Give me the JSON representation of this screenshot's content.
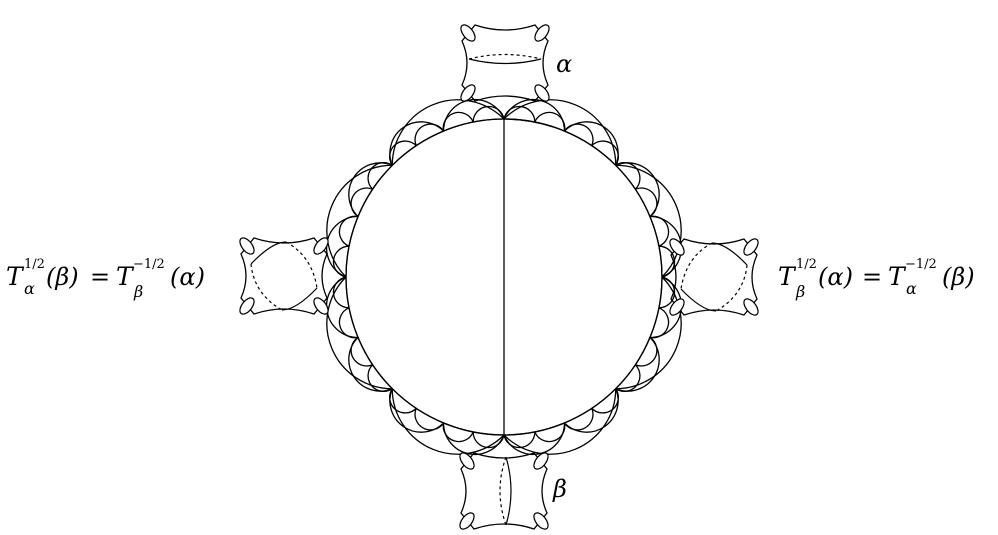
{
  "diagram": {
    "stroke_color": "#000000",
    "background": "#ffffff",
    "surfaces": {
      "top": {
        "curve": "alpha",
        "label": "α"
      },
      "bottom": {
        "curve": "beta",
        "label": "β"
      },
      "left": {
        "curve": "half-twist of beta along alpha",
        "label": {
          "T1": "T",
          "sub1": "α",
          "sup1": "1/2",
          "arg1": "(β)",
          "eq": "=",
          "T2": "T",
          "sub2": "β",
          "sup2": "−1/2",
          "arg2": "(α)"
        }
      },
      "right": {
        "curve": "half-twist of alpha along beta",
        "label": {
          "T1": "T",
          "sub1": "β",
          "sup1": "1/2",
          "arg1": "(α)",
          "eq": "=",
          "T2": "T",
          "sub2": "α",
          "sup2": "−1/2",
          "arg2": "(β)"
        }
      }
    },
    "farey_disk": {
      "model": "Farey tessellation in the hyperbolic disk",
      "depth": 4
    }
  }
}
